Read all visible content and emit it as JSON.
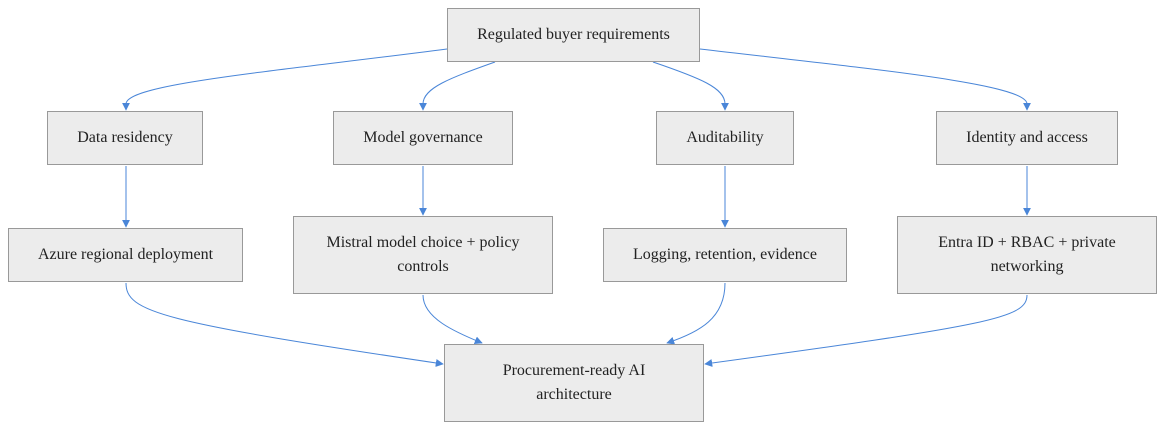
{
  "diagram": {
    "nodes": {
      "root": "Regulated buyer requirements",
      "data_residency": "Data residency",
      "model_governance": "Model governance",
      "auditability": "Auditability",
      "identity_access": "Identity and access",
      "azure_regional": "Azure regional deployment",
      "mistral_policy": "Mistral model choice + policy controls",
      "logging": "Logging, retention, evidence",
      "entra": "Entra ID + RBAC + private networking",
      "procurement": "Procurement-ready AI architecture"
    },
    "edges": [
      {
        "from": "root",
        "to": "data_residency"
      },
      {
        "from": "root",
        "to": "model_governance"
      },
      {
        "from": "root",
        "to": "auditability"
      },
      {
        "from": "root",
        "to": "identity_access"
      },
      {
        "from": "data_residency",
        "to": "azure_regional"
      },
      {
        "from": "model_governance",
        "to": "mistral_policy"
      },
      {
        "from": "auditability",
        "to": "logging"
      },
      {
        "from": "identity_access",
        "to": "entra"
      },
      {
        "from": "azure_regional",
        "to": "procurement"
      },
      {
        "from": "mistral_policy",
        "to": "procurement"
      },
      {
        "from": "logging",
        "to": "procurement"
      },
      {
        "from": "entra",
        "to": "procurement"
      }
    ]
  },
  "colors": {
    "edge": "#4a86d8",
    "node_fill": "#ececec",
    "node_border": "#999999",
    "text": "#222222"
  }
}
